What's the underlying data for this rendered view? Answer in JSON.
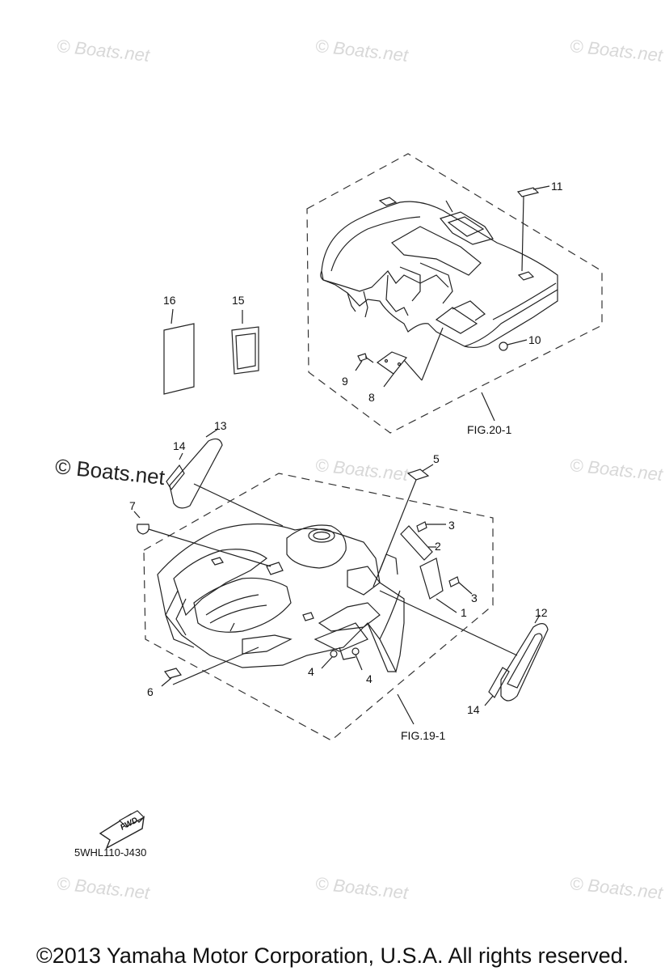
{
  "watermark": "© Boats.net",
  "callouts": [
    "1",
    "2",
    "3",
    "3",
    "4",
    "4",
    "5",
    "6",
    "7",
    "8",
    "9",
    "10",
    "11",
    "12",
    "13",
    "14",
    "14",
    "15",
    "16"
  ],
  "figure_refs": {
    "rear_fender": "FIG.20-1",
    "front_fender": "FIG.19-1"
  },
  "fwd_label": "FWD",
  "diagram_code": "5WHL110-J430",
  "copyright": "©2013 Yamaha Motor Corporation, U.S.A. All rights reserved."
}
